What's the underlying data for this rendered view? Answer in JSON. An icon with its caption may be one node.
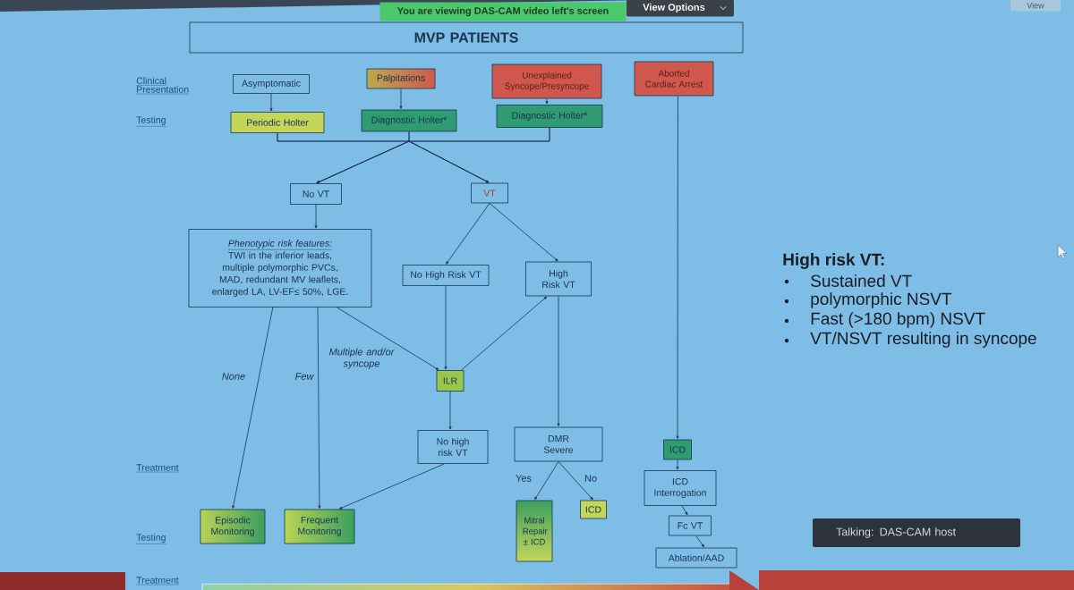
{
  "diagram": {
    "nodes": [
      {
        "text": [
          "MVP PATIENTS"
        ]
      },
      {
        "text": [
          "Asymptomatic"
        ]
      },
      {
        "text": [
          "Palpitations"
        ]
      },
      {
        "text": [
          "Unexplained Syncope/Presyncope"
        ]
      },
      {
        "text": [
          "Aborted Cardiac Arrest"
        ]
      },
      {
        "text": [
          "Periodic Holter"
        ]
      },
      {
        "text": [
          "Diagnostic Holter*"
        ]
      },
      {
        "text": [
          "Diagnostic Holter*"
        ]
      },
      {
        "text": [
          "No VT"
        ]
      },
      {
        "text": [
          "VT"
        ]
      },
      {
        "text": [
          "Phenotypic risk features:",
          "TWI in the inferior leads, multiple polymorphic PVCs, MAD, redundant MV leaflets, enlarged LA, LV-EF≤ 50%, LGE."
        ]
      },
      {
        "text": [
          "No High Risk VT"
        ]
      },
      {
        "text": [
          "High Risk VT"
        ]
      },
      {
        "text": [
          "ILR"
        ]
      },
      {
        "text": [
          "No high risk VT"
        ]
      },
      {
        "text": [
          "DMR Severe"
        ]
      },
      {
        "text": [
          "ICD"
        ]
      },
      {
        "text": [
          "ICD Interrogation"
        ]
      },
      {
        "text": [
          "Fc VT"
        ]
      },
      {
        "text": [
          "Episodic Monitoring"
        ]
      },
      {
        "text": [
          "Frequent Monitoring"
        ]
      },
      {
        "text": [
          "Mitral Repair ± ICD"
        ]
      },
      {
        "text": [
          "ICD"
        ]
      },
      {
        "text": [
          "Ablation/AAD"
        ]
      }
    ],
    "edges": [
      {
        "from": 1,
        "to": 5,
        "arrow": "to"
      },
      {
        "from": 2,
        "to": 6,
        "arrow": "to"
      },
      {
        "from": 3,
        "to": 7,
        "arrow": "to"
      },
      {
        "from": 5,
        "to": 8,
        "arrow": "to"
      },
      {
        "from": 5,
        "to": 9,
        "arrow": "to"
      },
      {
        "from": 6,
        "to": 8,
        "arrow": "to"
      },
      {
        "from": 6,
        "to": 9,
        "arrow": "to"
      },
      {
        "from": 7,
        "to": 8,
        "arrow": "to"
      },
      {
        "from": 7,
        "to": 9,
        "arrow": "to"
      },
      {
        "from": 8,
        "to": 10,
        "arrow": "to"
      },
      {
        "from": 9,
        "to": 11,
        "arrow": "to"
      },
      {
        "from": 9,
        "to": 12,
        "arrow": "to"
      },
      {
        "from": 10,
        "to": 19,
        "arrow": "to",
        "label": "None"
      },
      {
        "from": 10,
        "to": 20,
        "arrow": "to",
        "label": "Few"
      },
      {
        "from": 10,
        "to": 13,
        "arrow": "to",
        "label": "Multiple and/or syncope"
      },
      {
        "from": 11,
        "to": 13,
        "arrow": "to"
      },
      {
        "from": 13,
        "to": 12,
        "arrow": "to"
      },
      {
        "from": 13,
        "to": 14,
        "arrow": "to"
      },
      {
        "from": 14,
        "to": 20,
        "arrow": "to"
      },
      {
        "from": 12,
        "to": 15,
        "arrow": "to"
      },
      {
        "from": 15,
        "to": 21,
        "arrow": "to",
        "label": "Yes"
      },
      {
        "from": 15,
        "to": 22,
        "arrow": "to",
        "label": "No"
      },
      {
        "from": 4,
        "to": 16,
        "arrow": "to"
      },
      {
        "from": 16,
        "to": 17,
        "arrow": "to"
      },
      {
        "from": 17,
        "to": 18,
        "arrow": "to"
      },
      {
        "from": 18,
        "to": 23,
        "arrow": "to"
      }
    ],
    "labels": [
      "You are viewing DAS-CAM video left's screen",
      "View Options",
      "View",
      "Clinical Presentation",
      "Testing",
      "High risk VT:",
      "Sustained VT",
      "polymorphic NSVT",
      "Fast (>180 bpm) NSVT",
      "VT/NSVT resulting in syncope",
      "Treatment",
      "Talking: DAS-CAM host",
      "Testing",
      "Treatment"
    ]
  }
}
